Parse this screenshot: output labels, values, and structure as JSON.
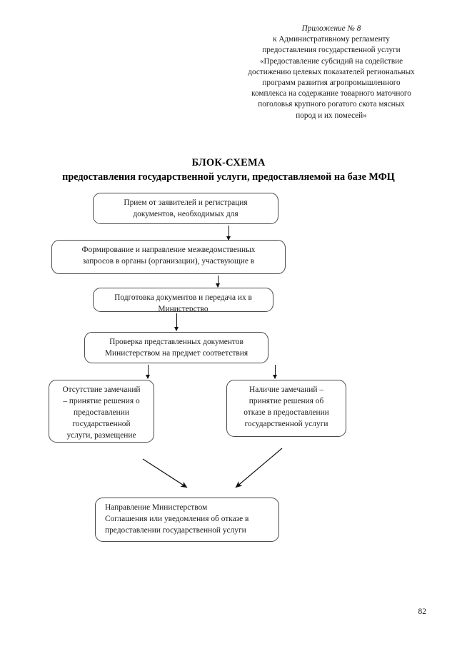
{
  "document": {
    "page_number": "82",
    "header": {
      "appendix_line": "Приложение № 8",
      "lines": [
        "к Административному регламенту",
        "предоставления государственной услуги",
        "«Предоставление субсидий на содействие",
        "достижению целевых показателей региональных",
        "программ развития агропромышленного",
        "комплекса на содержание товарного маточного",
        "поголовья крупного рогатого скота мясных",
        "пород и их помесей»"
      ]
    },
    "title": {
      "main": "БЛОК-СХЕМА",
      "subtitle": "предоставления государственной услуги, предоставляемой на базе МФЦ"
    }
  },
  "flowchart": {
    "nodes": [
      {
        "id": "intake",
        "lines": [
          "Прием от заявителей и регистрация",
          "документов, необходимых для"
        ]
      },
      {
        "id": "interagency-requests",
        "lines": [
          "Формирование и направление межведомственных",
          "запросов в органы (организации), участвующие в"
        ]
      },
      {
        "id": "prepare-transfer",
        "lines": [
          "Подготовка документов и передача их в",
          "Министерство"
        ]
      },
      {
        "id": "ministry-check",
        "lines": [
          "Проверка представленных документов",
          "Министерством на предмет соответствия"
        ]
      },
      {
        "id": "no-remarks",
        "lines": [
          "Отсутствие замечаний",
          "– принятие решения о",
          "предоставлении",
          "государственной",
          "услуги, размещение"
        ]
      },
      {
        "id": "has-remarks",
        "lines": [
          "Наличие замечаний –",
          "принятие решения об",
          "отказе в предоставлении",
          "государственной услуги"
        ]
      },
      {
        "id": "send-agreement",
        "lines": [
          "Направление Министерством",
          "Соглашения или уведомления об отказе в",
          "предоставлении государственной услуги"
        ]
      }
    ]
  },
  "colors": {
    "box_border": "#4a4a4a",
    "arrow": "#111111",
    "text": "#1a1a1a",
    "page_background": "#ffffff"
  }
}
